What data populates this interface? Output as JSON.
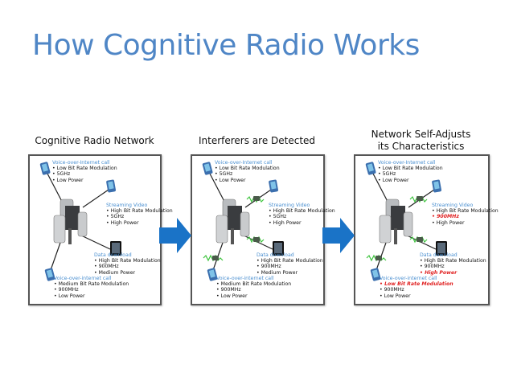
{
  "title": "How Cognitive Radio Works",
  "arrow_color": "#1a73c7",
  "panels": [
    {
      "heading": [
        "Cognitive Radio Network"
      ],
      "interferers": false,
      "voip1": {
        "title": "Voice-over-Internet call",
        "items": [
          "Low Bit Rate Modulation",
          "5GHz",
          "Low Power"
        ],
        "changed": [
          false,
          false,
          false
        ]
      },
      "video": {
        "title": "Streaming Video",
        "items": [
          "High Bit Rate Modulation",
          "5GHz",
          "High Power"
        ],
        "changed": [
          false,
          false,
          false
        ]
      },
      "data": {
        "title": "Data download",
        "items": [
          "High Bit Rate Modulation",
          "900MHz",
          "Medium Power"
        ],
        "changed": [
          false,
          false,
          false
        ]
      },
      "voip2": {
        "title": "Voice-over-internet call",
        "items": [
          "Medium Bit Rate Modulation",
          "900MHz",
          "Low Power"
        ],
        "changed": [
          false,
          false,
          false
        ]
      }
    },
    {
      "heading": [
        "Interferers are Detected"
      ],
      "interferers": true,
      "voip1": {
        "title": "Voice-over-Internet call",
        "items": [
          "Low Bit Rate Modulation",
          "5GHz",
          "Low Power"
        ],
        "changed": [
          false,
          false,
          false
        ]
      },
      "video": {
        "title": "Streaming Video",
        "items": [
          "High Bit Rate Modulation",
          "5GHz",
          "High Power"
        ],
        "changed": [
          false,
          false,
          false
        ]
      },
      "data": {
        "title": "Data download",
        "items": [
          "High Bit Rate Modulation",
          "900MHz",
          "Medium Power"
        ],
        "changed": [
          false,
          false,
          false
        ]
      },
      "voip2": {
        "title": "Voice-over-internet call",
        "items": [
          "Medium Bit Rate Modulation",
          "900MHz",
          "Low Power"
        ],
        "changed": [
          false,
          false,
          false
        ]
      }
    },
    {
      "heading": [
        "Network Self-Adjusts",
        "its Characteristics"
      ],
      "interferers": true,
      "voip1": {
        "title": "Voice-over-Internet call",
        "items": [
          "Low Bit Rate Modulation",
          "5GHz",
          "Low Power"
        ],
        "changed": [
          false,
          false,
          false
        ]
      },
      "video": {
        "title": "Streaming Video",
        "items": [
          "High Bit Rate Modulation",
          "900MHz",
          "High Power"
        ],
        "changed": [
          false,
          true,
          false
        ]
      },
      "data": {
        "title": "Data download",
        "items": [
          "High Bit Rate Modulation",
          "900MHz",
          "High Power"
        ],
        "changed": [
          false,
          false,
          true
        ]
      },
      "voip2": {
        "title": "Voice-over-internet call",
        "items": [
          "Low Bit Rate Modulation",
          "900MHz",
          "Low Power"
        ],
        "changed": [
          true,
          false,
          false
        ]
      }
    }
  ]
}
